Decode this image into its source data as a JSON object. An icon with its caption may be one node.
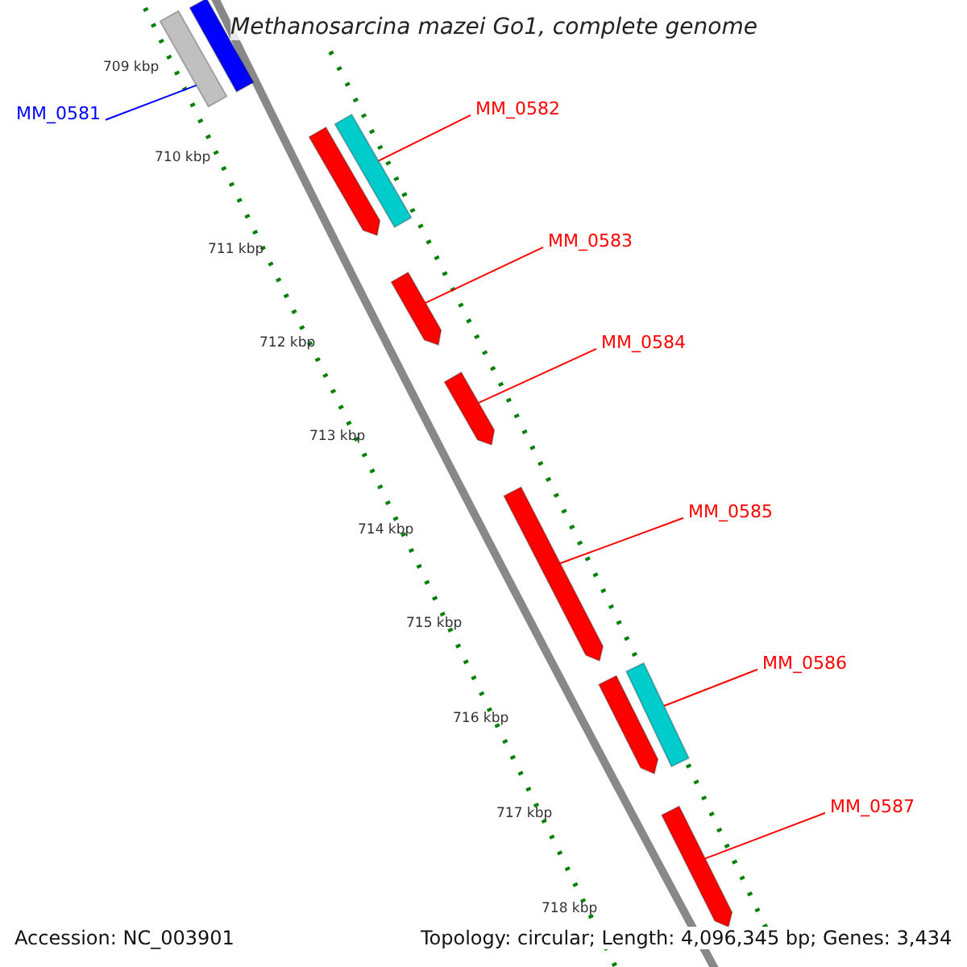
{
  "diagram": {
    "title": "Methanosarcina mazei Go1, complete genome",
    "nodes": [
      {
        "text": [],
        "shape": "bar"
      },
      {
        "text": [],
        "shape": "bar"
      },
      {
        "text": [],
        "shape": "bar"
      },
      {
        "text": [],
        "shape": "bar"
      },
      {
        "text": [],
        "shape": "bar"
      },
      {
        "text": [],
        "shape": "bar"
      },
      {
        "text": [],
        "shape": "bar"
      },
      {
        "text": [],
        "shape": "bar"
      },
      {
        "text": [],
        "shape": "bar"
      },
      {
        "text": [],
        "shape": "bar"
      },
      {
        "text": [
          "MM_0581"
        ]
      },
      {
        "text": [
          "MM_0582"
        ]
      },
      {
        "text": [
          "MM_0583"
        ]
      },
      {
        "text": [
          "MM_0584"
        ]
      },
      {
        "text": [
          "MM_0585"
        ]
      },
      {
        "text": [
          "MM_0586"
        ]
      },
      {
        "text": [
          "MM_0587"
        ]
      }
    ],
    "edges": [
      {
        "from": 10,
        "to": 0,
        "arrow": "none",
        "color": "#0000ff"
      },
      {
        "from": 11,
        "to": 2,
        "arrow": "none"
      },
      {
        "from": 12,
        "to": 4,
        "arrow": "none"
      },
      {
        "from": 13,
        "to": 5,
        "arrow": "none"
      },
      {
        "from": 14,
        "to": 6,
        "arrow": "none"
      },
      {
        "from": 15,
        "to": 8,
        "arrow": "none"
      },
      {
        "from": 16,
        "to": 9,
        "arrow": "none"
      }
    ],
    "labels": [
      "709 kbp",
      "710 kbp",
      "711 kbp",
      "712 kbp",
      "713 kbp",
      "714 kbp",
      "715 kbp",
      "716 kbp",
      "717 kbp",
      "718 kbp",
      "Accession: NC_003901",
      "Topology: circular; Length: 4,096,345 bp; Genes: 3,434"
    ]
  }
}
